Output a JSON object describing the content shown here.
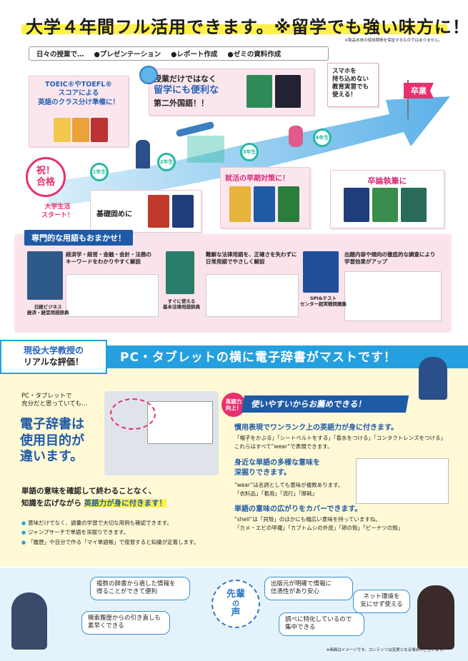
{
  "header": {
    "title": "大学４年間フル活用できます。※留学でも強い味方に！",
    "note": "※製品本体の使用期間を保証するものではありません。",
    "usage": [
      "日々の授業で…",
      "●プレゼンテーション",
      "●レポート作成",
      "●ゼミの資料作成"
    ]
  },
  "roadmap": {
    "pass_line1": "祝！",
    "pass_line2": "合格",
    "start": "大学生活\nスタート！",
    "steps": [
      "1年生",
      "2年生",
      "3年生",
      "4年生"
    ],
    "goal": "卒業",
    "toeic": "TOEIC®やTOEFL®\nスコアによる\n英語のクラス分け準備に！",
    "second_lang_1": "授業だけではなく",
    "second_lang_2": "留学にも便利な",
    "second_lang_3": "第二外国語！！",
    "basics": "基礎固めに",
    "smartphone": "スマホを\n持ち込めない\n教育実習でも\n使える！",
    "job": "就活の早期対策に！",
    "thesis": "卒論執筆に"
  },
  "expert": {
    "tag": "専門的な用語もおまかせ！",
    "items": [
      {
        "desc": "経済学・経営・金融・会計・法務の\nキーワードをわかりやすく解説",
        "book": "日経ビジネス\n経済・経営用語辞典"
      },
      {
        "desc": "難解な法律用語を、正確さを失わずに\n日常用語でやさしく解説",
        "book": "すぐに使える\n基本法律用語辞典"
      },
      {
        "desc": "出題内容や傾向の徹底的な調査により\n学習効果がアップ",
        "book": "SPI&テスト\nセンター超実戦問題集"
      }
    ]
  },
  "band": {
    "prof1": "現役大学教授の",
    "prof2": "リアルな評価！",
    "title": "PC・タブレットの横に電子辞書がマストです！"
  },
  "left": {
    "intro": "PC・タブレットで\n充分だと思っていても…",
    "big1": "電子辞書は",
    "big2": "使用目的が",
    "big3": "違います。",
    "lead1": "単語の意味を確認して終わることなく、",
    "lead2": "知識を広げながら",
    "lead3": "英語力が身に付きます！",
    "bullets": [
      "意味だけでなく、語彙の学習で大切な用例も確認できます。",
      "ジャンプサーチで単語を深掘りできます。",
      "「履歴」や自分で作る「マイ単語帳」で復習すると知識が定着します。"
    ]
  },
  "right": {
    "badge": "英語力\n向上！",
    "heading": "使いやすいからお薦めできる！",
    "s1_title": "慣用表現でワンランク上の英語力が身に付きます。",
    "s1_body1": "「帽子をかぶる」「シートベルトをする」「香水をつける」「コンタクトレンズをつける」",
    "s1_body2": "これらはすべて“wear”で表現できます。",
    "s2_title1": "身近な単語の多様な意味を",
    "s2_title2": "深掘りできます。",
    "s2_body1": "“wear”は名詞としても意味が複数あります。",
    "s2_body2": "「衣料品」「着用」「流行」「摩耗」",
    "s3_title": "単語の意味の広がりをカバーできます。",
    "s3_body1": "“shell”は「貝殻」のほかにも幅広い意味を持っていますね。",
    "s3_body2": "「カメ・エビの甲羅」「カブトムシの外皮」「卵の殻」「ピーナツの殻」"
  },
  "voices": {
    "center1": "先輩",
    "center2": "の",
    "center3": "声",
    "v1": "複数の辞書から適した情報を\n得ることができて便利",
    "v2": "検索履歴からの引き直しも\n素早くできる",
    "v3": "出版元が明確で情報に\n信憑性があり安心",
    "v4": "ネット環境を\n気にせず使える",
    "v5": "調べに特化しているので\n集中できる",
    "footnote": "※画面はイメージです。コンテンツは変更となる場合がございます。"
  }
}
